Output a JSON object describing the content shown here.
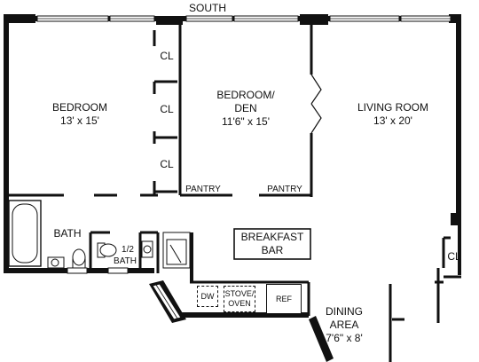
{
  "compass": "SOUTH",
  "rooms": {
    "bedroom": {
      "name": "BEDROOM",
      "size": "13' x 15'"
    },
    "bedroom_den": {
      "name": "BEDROOM/",
      "name2": "DEN",
      "size": "11'6\" x 15'"
    },
    "living_room": {
      "name": "LIVING ROOM",
      "size": "13' x 20'"
    },
    "bath": {
      "name": "BATH"
    },
    "half_bath": {
      "name": "1/2",
      "name2": "BATH"
    },
    "breakfast_bar": {
      "name": "BREAKFAST",
      "name2": "BAR"
    },
    "dining_area": {
      "name": "DINING",
      "name2": "AREA",
      "size": "7'6\" x 8'"
    }
  },
  "closets": [
    "CL",
    "CL",
    "CL",
    "CL"
  ],
  "pantries": [
    "PANTRY",
    "PANTRY"
  ],
  "fixtures": {
    "dw": "DW",
    "stove": "STOVE/",
    "stove2": "OVEN",
    "ref": "REF"
  }
}
